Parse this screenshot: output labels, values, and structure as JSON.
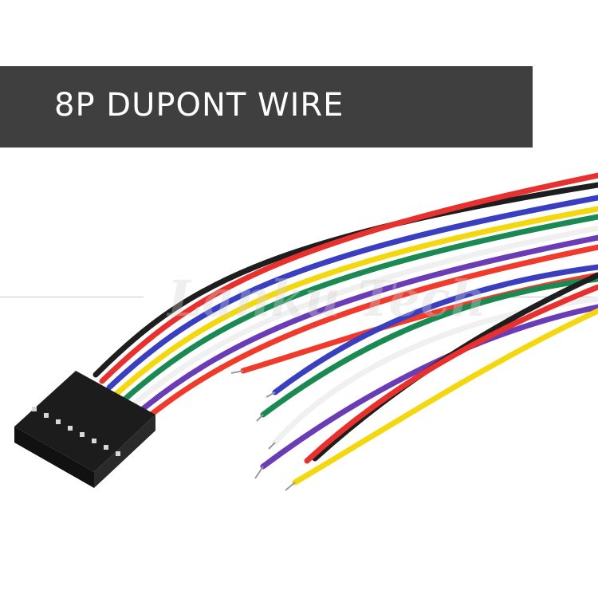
{
  "banner": {
    "title": "8P DUPONT WIRE"
  },
  "watermark": {
    "text": "Lanku Tech"
  },
  "colors": {
    "banner_bg": "#3f3f3f",
    "banner_text": "#ffffff",
    "wires": [
      "#1e1e1e",
      "#e8302f",
      "#3a3fc0",
      "#f4d80f",
      "#1a8a52",
      "#f0f0f0",
      "#6a3cb5",
      "#ef3a2c"
    ]
  },
  "product": {
    "connector": "8-pin female dupont housing",
    "wire_count": 8
  }
}
